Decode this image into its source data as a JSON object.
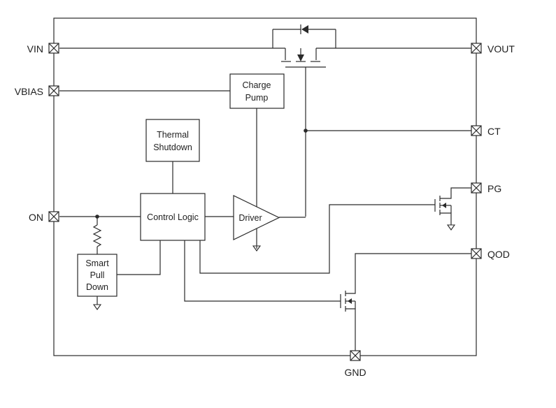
{
  "pins": {
    "vin": "VIN",
    "vbias": "VBIAS",
    "on": "ON",
    "vout": "VOUT",
    "ct": "CT",
    "pg": "PG",
    "qod": "QOD",
    "gnd": "GND"
  },
  "blocks": {
    "charge_pump": [
      "Charge",
      "Pump"
    ],
    "thermal_shutdown": [
      "Thermal",
      "Shutdown"
    ],
    "control_logic": "Control Logic",
    "driver": "Driver",
    "smart_pull_down": [
      "Smart",
      "Pull",
      "Down"
    ]
  }
}
